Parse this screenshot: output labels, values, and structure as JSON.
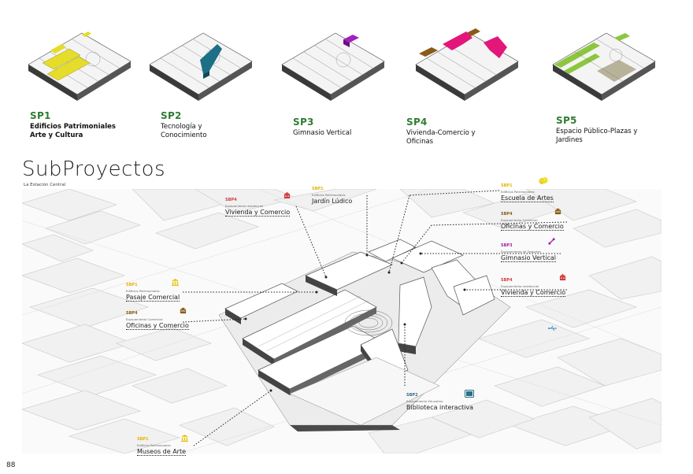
{
  "subprojects": [
    {
      "code": "SP1",
      "name_line1": "Edificios Patrimoniales",
      "name_line2": "Arte y Cultura",
      "color": "#e6dc2a"
    },
    {
      "code": "SP2",
      "name_line1": "Tecnología y",
      "name_line2": "Conocimiento",
      "color": "#1d6f86"
    },
    {
      "code": "SP3",
      "name_line1": "Gimnasio Vertical",
      "name_line2": "",
      "color": "#a020c0"
    },
    {
      "code": "SP4",
      "name_line1": "Vivienda-Comercio y",
      "name_line2": "Oficinas",
      "color": "#e3177a"
    },
    {
      "code": "SP5",
      "name_line1": "Espacio Público-Plazas y",
      "name_line2": "Jardines",
      "color": "#8cc63f"
    }
  ],
  "heading": {
    "title": "SubProyectos",
    "subtitle": "La Estación Central"
  },
  "callouts": [
    {
      "id": "vivienda-comercio-left",
      "code": "SBP4",
      "category": "Equipamiento residencial",
      "name": "Vivienda y Comercio"
    },
    {
      "id": "jardin-ludico",
      "code": "SBP1",
      "category": "Edificios Patrimoniales",
      "name": "Jardín Lúdico"
    },
    {
      "id": "escuela-artes",
      "code": "SBP1",
      "category": "Edificios Patrimoniales",
      "name": "Escuela de Artes"
    },
    {
      "id": "oficinas-comercio-right",
      "code": "SBP4",
      "category": "Equipamiento Comercial",
      "name": "Oficinas y Comercio"
    },
    {
      "id": "gimnasio-vertical",
      "code": "SBP3",
      "category": "Equipamiento de Deportes",
      "name": "Gimnasio Vertical"
    },
    {
      "id": "vivienda-comercio-right",
      "code": "SBP4",
      "category": "Equipamiento residencial",
      "name": "Vivienda y Comercio"
    },
    {
      "id": "pasaje-comercial",
      "code": "SBP1",
      "category": "Edificios Patrimoniales",
      "name": "Pasaje Comercial"
    },
    {
      "id": "oficinas-comercio-left",
      "code": "SBP4",
      "category": "Equipamiento Comercial",
      "name": "Oficinas y Comercio"
    },
    {
      "id": "biblioteca-interactiva",
      "code": "SBP2",
      "category": "Equipamiento Educativo",
      "name": "Biblioteca interactiva"
    },
    {
      "id": "museos-arte",
      "code": "SBP1",
      "category": "Edificios Patrimoniales",
      "name": "Museos de Arte"
    }
  ],
  "page": {
    "number": "88"
  },
  "icons": [
    "building-icon",
    "museum-icon",
    "gym-icon",
    "office-icon",
    "tablet-icon",
    "drama-masks-icon",
    "usb-icon"
  ]
}
